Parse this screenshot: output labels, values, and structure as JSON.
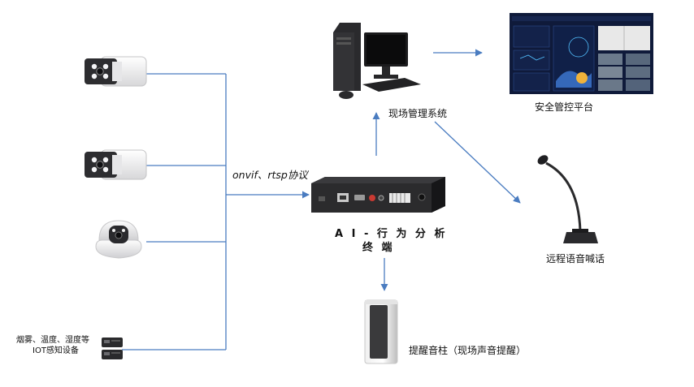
{
  "labels": {
    "protocol": "onvif、rtsp协议",
    "ai_terminal_line1": "A I - 行 为 分 析",
    "ai_terminal_line2": "终 端",
    "site_system": "现场管理系统",
    "security_platform": "安全管控平台",
    "remote_call": "远程语音喊话",
    "speaker_column": "提醒音柱（现场声音提醒）",
    "iot_line1": "烟雾、温度、湿度等",
    "iot_line2": "IOT感知设备"
  },
  "colors": {
    "line": "#4a7cc0",
    "device_dark": "#2b2b2d",
    "dashboard_bg": "#0f1a3a"
  },
  "icons": [
    "bullet-camera-icon",
    "dome-camera-icon",
    "iot-sensor-icon",
    "ai-terminal-box-icon",
    "desktop-computer-icon",
    "dashboard-screen-icon",
    "gooseneck-microphone-icon",
    "column-speaker-icon"
  ]
}
